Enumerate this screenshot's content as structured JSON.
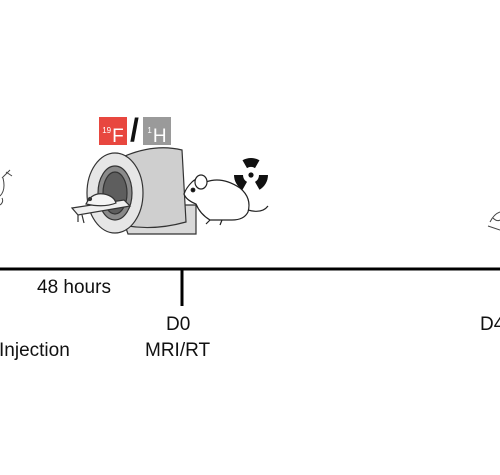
{
  "timeline": {
    "interval_label": "48 hours",
    "events": [
      {
        "day": "",
        "caption": "Injection"
      },
      {
        "day": "D0",
        "caption": "MRI/RT"
      },
      {
        "day": "D4",
        "caption": ""
      }
    ]
  },
  "imaging": {
    "fluorine": {
      "isotope": "19",
      "symbol": "F",
      "color": "#e8473f"
    },
    "separator": "/",
    "proton": {
      "isotope": "1",
      "symbol": "H",
      "color": "#9a9a9a"
    }
  },
  "icons": [
    "syringe-icon",
    "mri-scanner-icon",
    "mouse-icon",
    "radiation-icon"
  ]
}
